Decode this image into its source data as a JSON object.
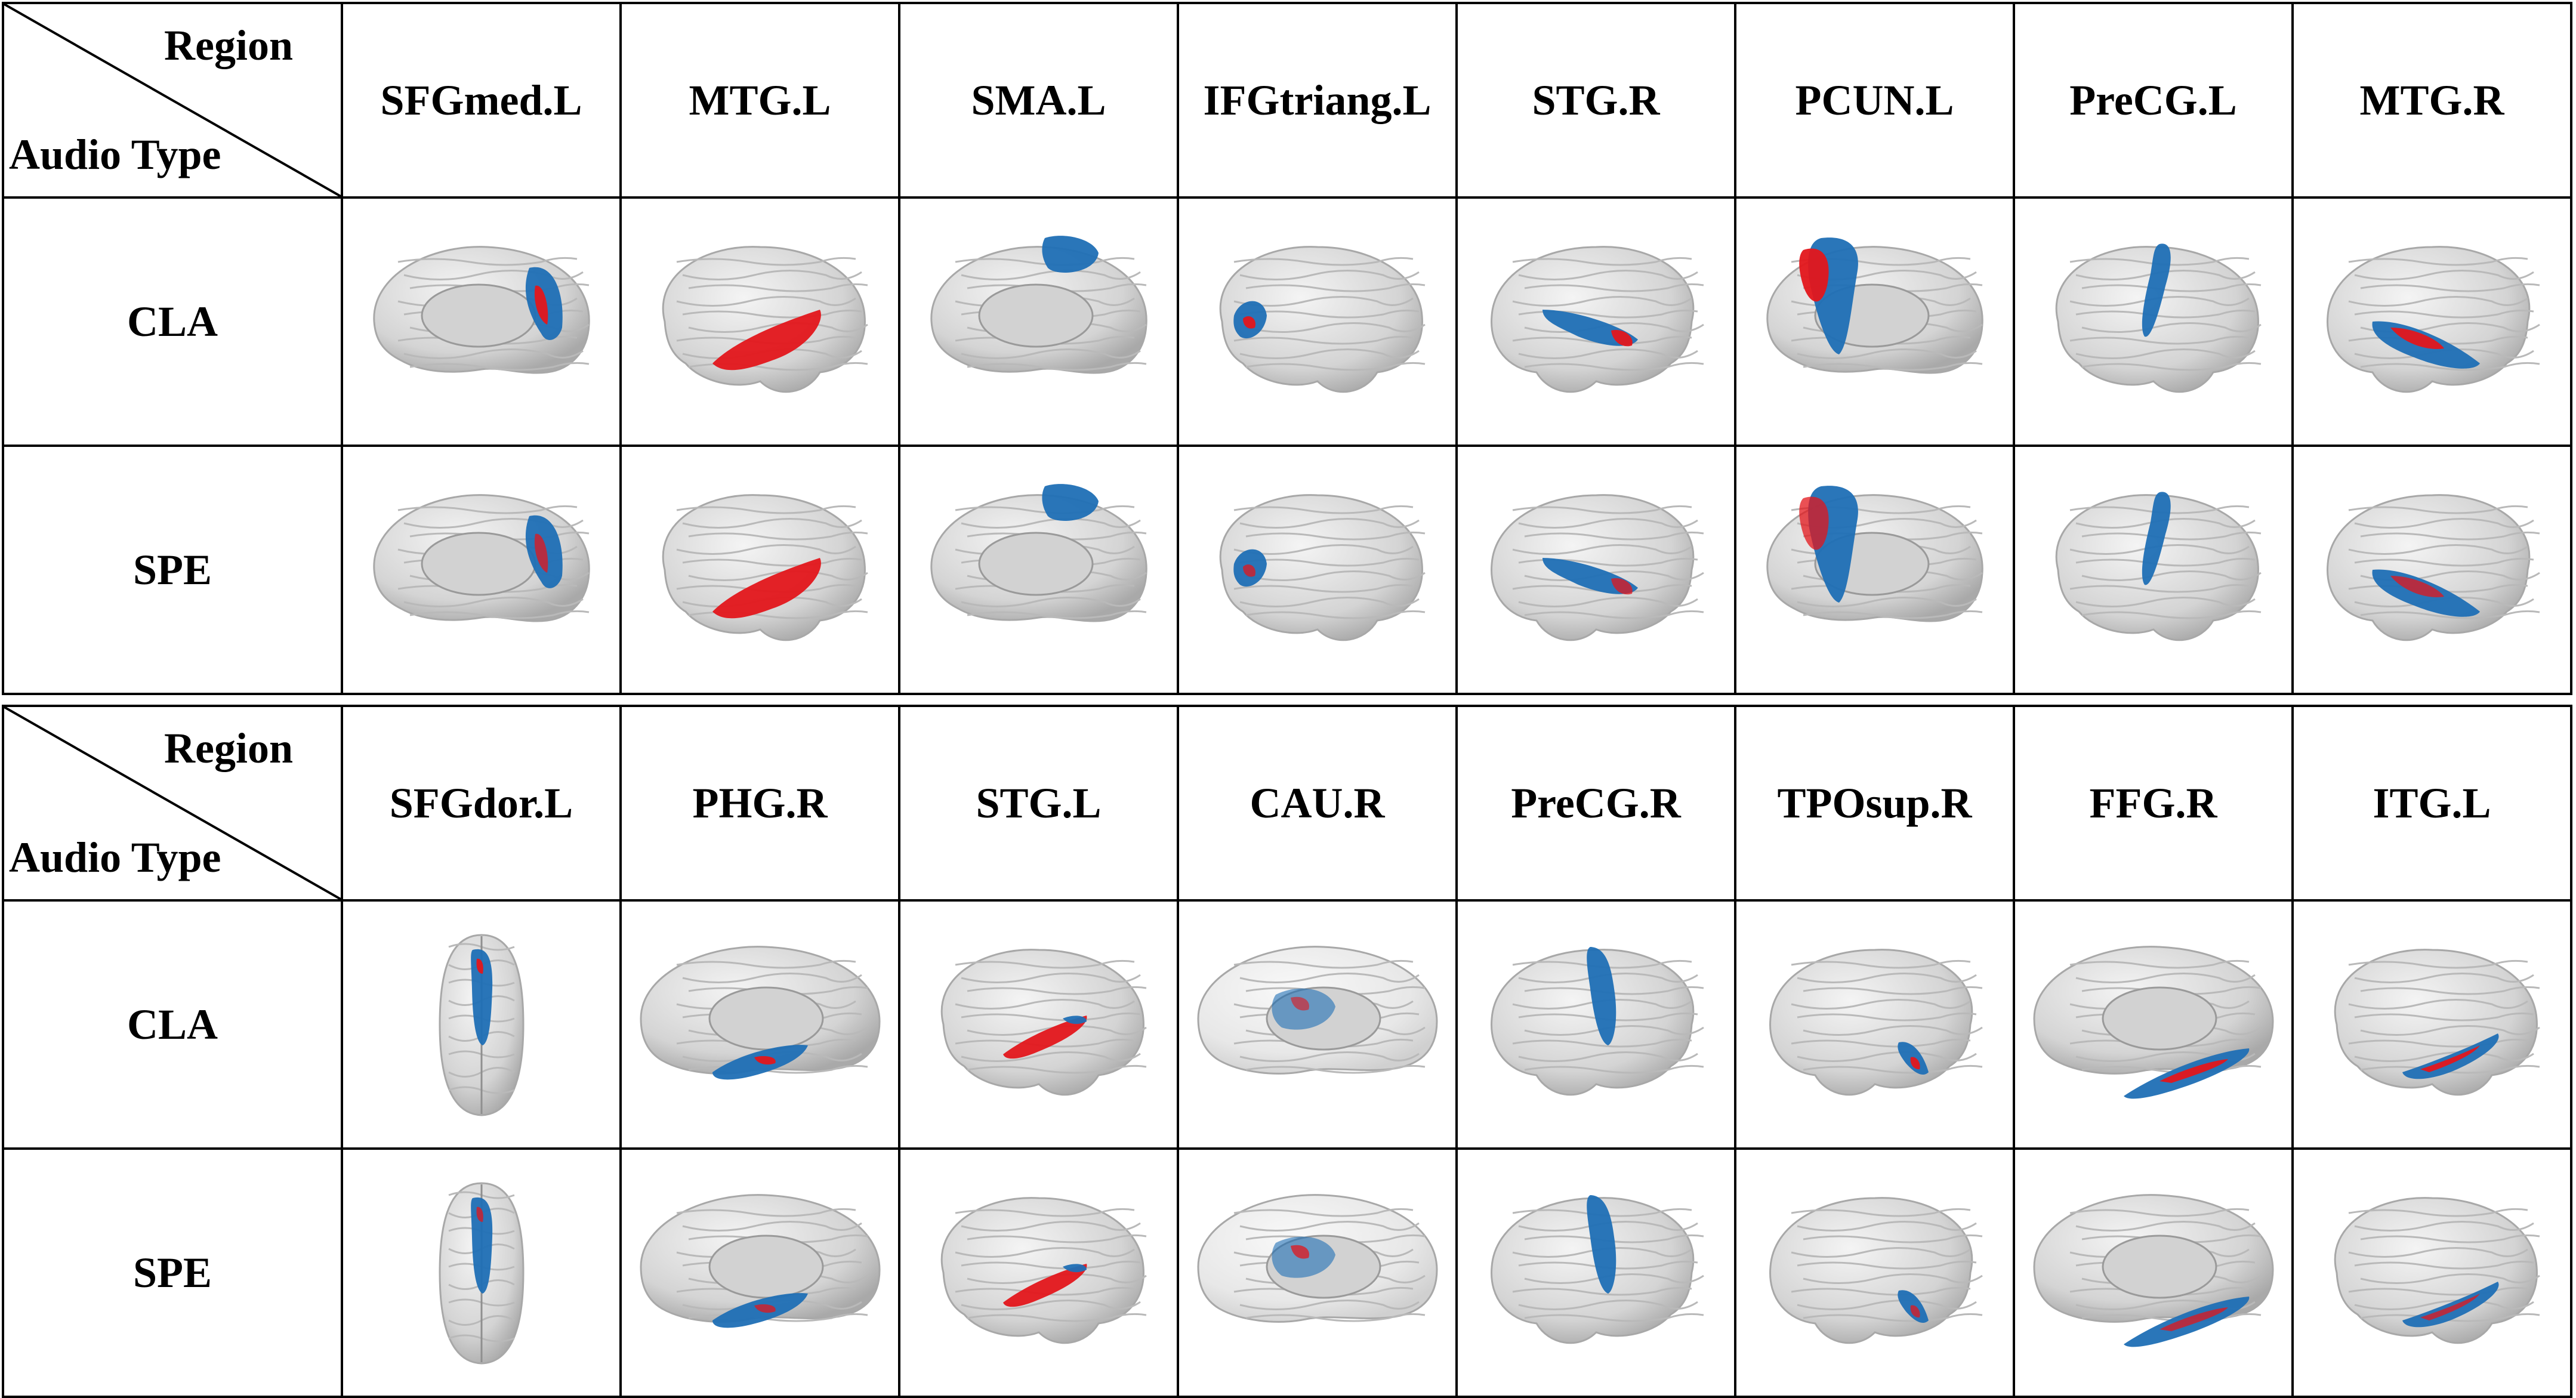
{
  "tables": [
    {
      "corner": {
        "region_label": "Region",
        "audio_label": "Audio Type"
      },
      "regions": [
        "SFGmed.L",
        "MTG.L",
        "SMA.L",
        "IFGtriang.L",
        "STG.R",
        "PCUN.L",
        "PreCG.L",
        "MTG.R"
      ],
      "views": [
        "medial",
        "lateral-left",
        "medial",
        "lateral-left",
        "lateral-right",
        "medial",
        "lateral-left",
        "lateral-right"
      ],
      "rows": [
        {
          "label": "CLA"
        },
        {
          "label": "SPE"
        }
      ]
    },
    {
      "corner": {
        "region_label": "Region",
        "audio_label": "Audio Type"
      },
      "regions": [
        "SFGdor.L",
        "PHG.R",
        "STG.L",
        "CAU.R",
        "PreCG.R",
        "TPOsup.R",
        "FFG.R",
        "ITG.L"
      ],
      "views": [
        "top",
        "medial-wide",
        "lateral-left",
        "transparent",
        "lateral-right",
        "lateral-right",
        "medial-wide",
        "lateral-left"
      ],
      "rows": [
        {
          "label": "CLA"
        },
        {
          "label": "SPE"
        }
      ]
    }
  ],
  "colors": {
    "blue_activation": "#1f6fb5",
    "red_activation": "#e3161b",
    "brain": "#d9d9d9",
    "brain_dark": "#a8a8a8",
    "border": "#000000"
  }
}
